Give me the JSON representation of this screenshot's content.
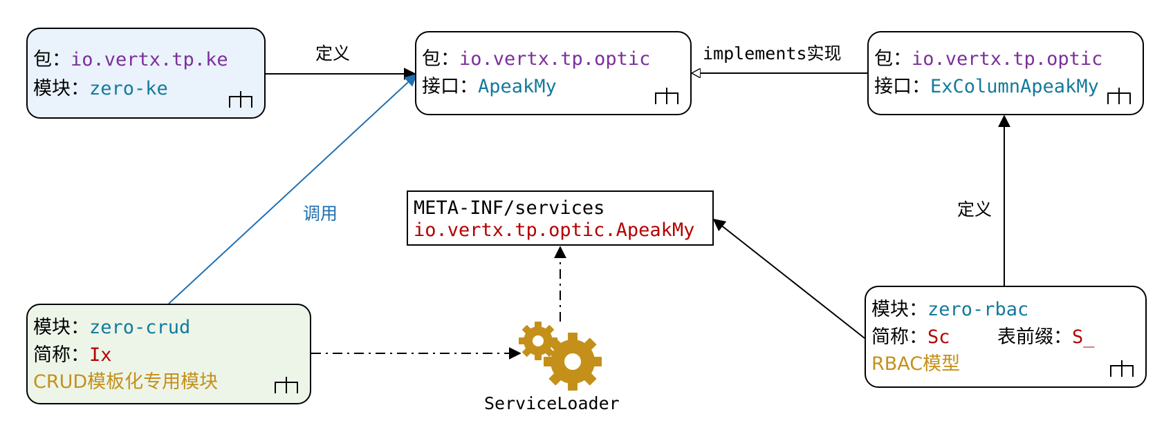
{
  "boxes": {
    "ke": {
      "pkg_key": "包：",
      "pkg": "io.vertx.tp.ke",
      "mod_key": "模块：",
      "mod": "zero-ke",
      "fill": "#eaf2fb"
    },
    "optic": {
      "pkg_key": "包：",
      "pkg": "io.vertx.tp.optic",
      "iface_key": "接口：",
      "iface": "ApeakMy",
      "fill": "#ffffff"
    },
    "excol": {
      "pkg_key": "包：",
      "pkg": "io.vertx.tp.optic",
      "iface_key": "接口：",
      "iface": "ExColumnApeakMy",
      "fill": "#ffffff"
    },
    "meta": {
      "line1": "META-INF/services",
      "line2": "io.vertx.tp.optic.ApeakMy"
    },
    "crud": {
      "mod_key": "模块：",
      "mod": "zero-crud",
      "abbr_key": "简称：",
      "abbr": "Ix",
      "desc": "CRUD模板化专用模块",
      "fill": "#edf5e9"
    },
    "rbac": {
      "mod_key": "模块：",
      "mod": "zero-rbac",
      "abbr_key": "简称：",
      "abbr": "Sc",
      "prefix_key": "表前缀：",
      "prefix": "S_",
      "desc": "RBAC模型",
      "fill": "#ffffff"
    }
  },
  "edges": {
    "define_top": "定义",
    "implements": "implements实现",
    "invoke": "调用",
    "define_right": "定义"
  },
  "service_loader": {
    "label": "ServiceLoader",
    "icon": "gear-icon",
    "color": "#c4901a"
  },
  "colors": {
    "purple": "#7b2f9b",
    "teal": "#137a9c",
    "red": "#b30000",
    "gold": "#c4901a",
    "blue_edge": "#1f6fb2"
  }
}
